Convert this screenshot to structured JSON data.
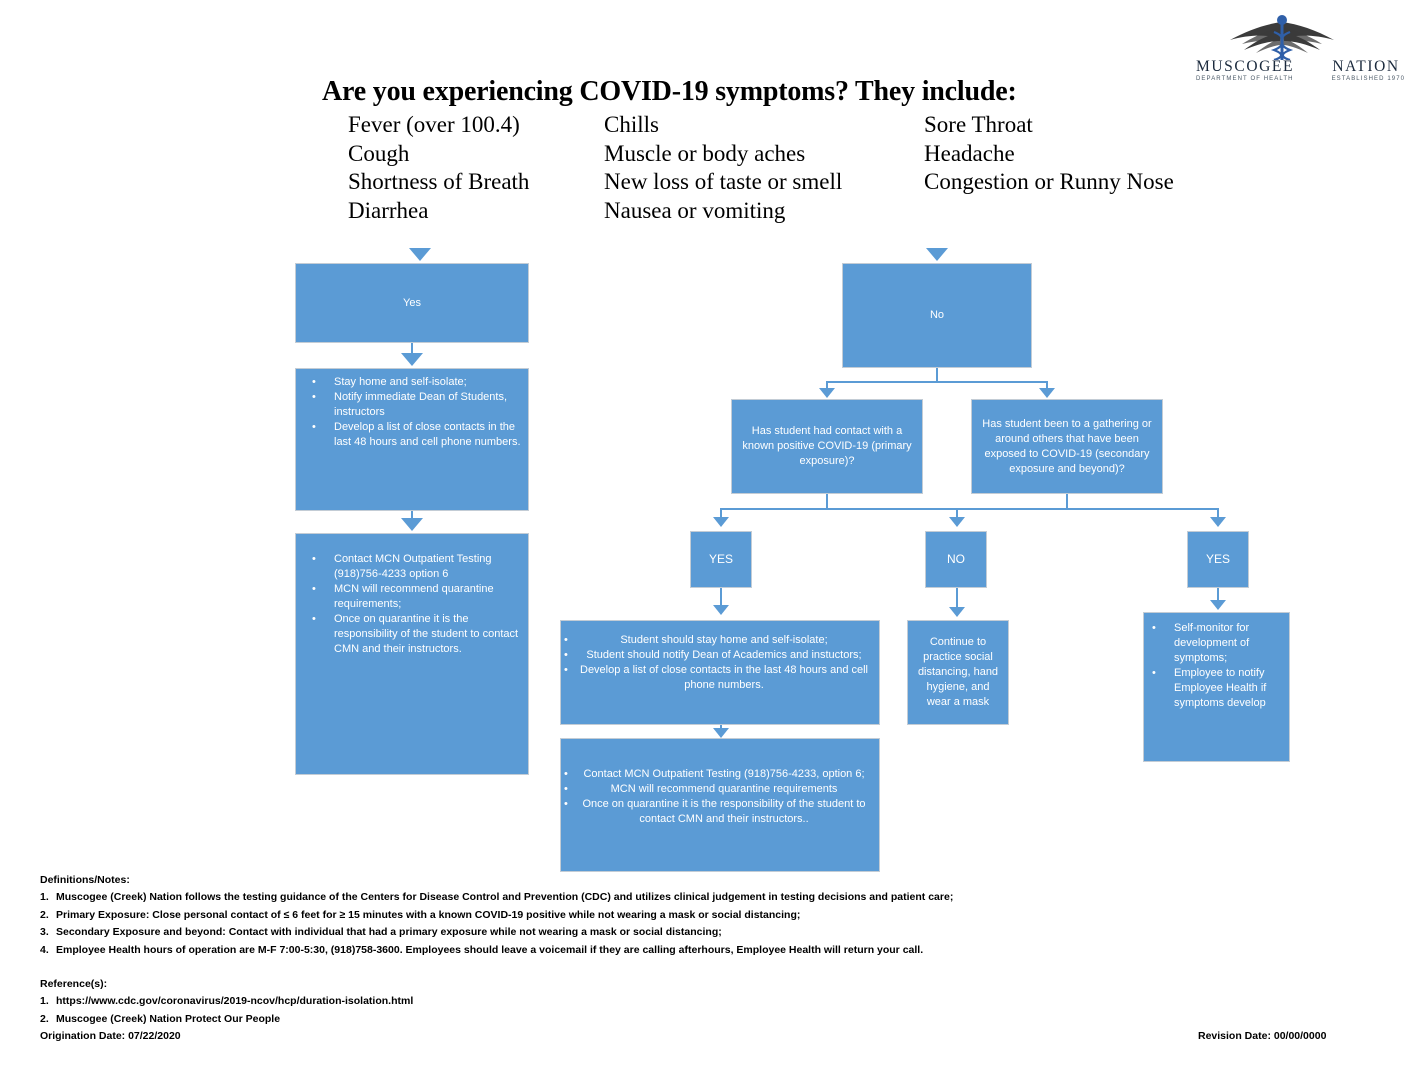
{
  "logo": {
    "icon": "caduceus-wings-icon",
    "wordmark_left": "MUSCOGEE",
    "wordmark_right": "NATION",
    "sub_left": "DEPARTMENT OF HEALTH",
    "sub_right": "ESTABLISHED 1970"
  },
  "header": {
    "headline": "Are you experiencing COVID-19 symptoms?  They include:",
    "symptom_columns": [
      [
        "Fever (over 100.4)",
        "Cough",
        "Shortness of Breath",
        "Diarrhea"
      ],
      [
        "Chills",
        "Muscle or body aches",
        "New loss of taste or smell",
        "Nausea or vomiting"
      ],
      [
        "Sore Throat",
        "Headache",
        "Congestion or Runny Nose"
      ]
    ]
  },
  "flow": {
    "yes_branch": {
      "label": "Yes",
      "actions": [
        "Stay home and self-isolate;",
        "Notify immediate Dean of Students, instructors",
        "Develop a list of close contacts in the last 48 hours and cell phone numbers."
      ],
      "contact": [
        "Contact MCN Outpatient Testing (918)756-4233 option 6",
        "MCN will recommend quarantine requirements;",
        "Once on quarantine it is the responsibility of the student to contact CMN and their instructors."
      ]
    },
    "no_branch": {
      "label": "No",
      "question_primary": "Has student had contact with a known positive COVID-19 (primary exposure)?",
      "question_secondary": "Has student been to a gathering or around others that have been exposed to COVID-19 (secondary exposure and beyond)?",
      "answer_yes_primary": "YES",
      "answer_no_primary": "NO",
      "answer_yes_secondary": "YES",
      "student_actions": [
        "Student  should stay home and self-isolate;",
        "Student should notify Dean of Academics and instuctors;",
        "Develop a list of close contacts in the last 48 hours and cell phone numbers."
      ],
      "student_contact": [
        "Contact MCN Outpatient Testing (918)756-4233, option 6;",
        "MCN will recommend quarantine requirements",
        "Once on quarantine it is the responsibility of the student to contact CMN and their instructors.."
      ],
      "continue_practice": "Continue to practice social distancing, hand hygiene, and wear a mask",
      "self_monitor": [
        "Self-monitor  for development  of symptoms;",
        "Employee to notify Employee Health if symptoms develop"
      ]
    }
  },
  "footer": {
    "notes_title": "Definitions/Notes:",
    "notes": [
      "Muscogee (Creek) Nation follows the testing guidance of the Centers for Disease Control and Prevention (CDC) and utilizes clinical judgement in testing decisions and patient care;",
      "Primary Exposure:  Close personal contact of ≤ 6 feet for ≥ 15 minutes with a known COVID-19 positive while not wearing a mask or social distancing;",
      "Secondary Exposure and beyond:  Contact with individual that had a primary exposure while not wearing a mask or social distancing;",
      "Employee Health hours of operation are M-F 7:00-5:30, (918)758-3600.  Employees should leave a voicemail if they are calling afterhours, Employee Health will return your call."
    ],
    "refs_title": "Reference(s):",
    "refs": [
      "https://www.cdc.gov/coronavirus/2019-ncov/hcp/duration-isolation.html",
      "Muscogee (Creek) Nation Protect Our People"
    ],
    "origination_date": "Origination Date:  07/22/2020",
    "revision_date": "Revision Date:  00/00/0000"
  },
  "colors": {
    "box_fill": "#5B9BD5",
    "box_border": "#c3ccd5",
    "text_on_box": "#ffffff"
  }
}
